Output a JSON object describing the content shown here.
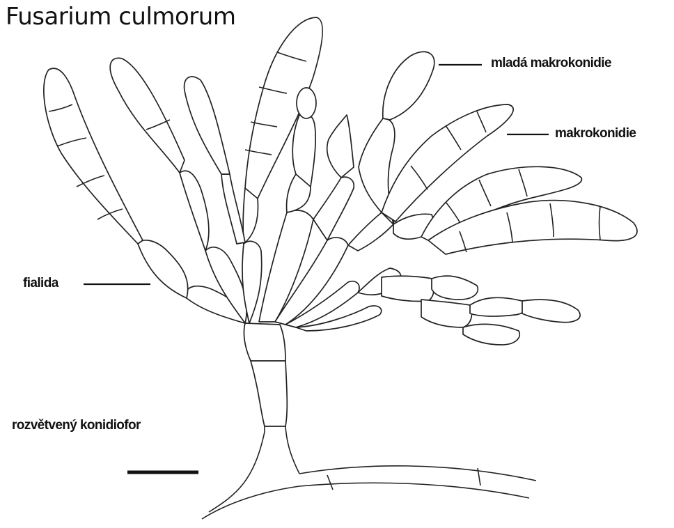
{
  "title": "Fusarium culmorum",
  "labels": {
    "young_macroconidium": "mladá makrokonidie",
    "macroconidium": "makrokonidie",
    "phialide": "fialida",
    "conidiophore": "rozvětvený konidiofor"
  }
}
